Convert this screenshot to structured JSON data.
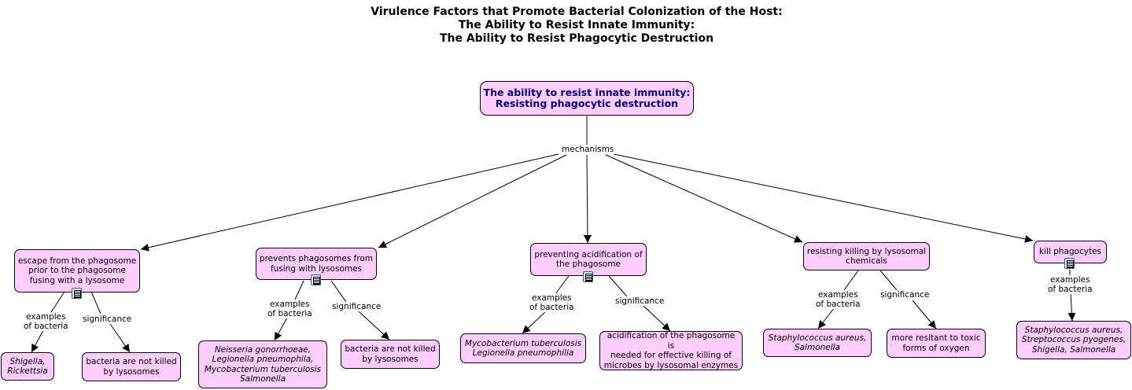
{
  "title_lines": [
    "Virulence Factors that Promote Bacterial Colonization of the Host:",
    "The Ability to Resist Innate Immunity:",
    "The Ability to Resist Phagocytic Destruction"
  ],
  "root": {
    "lines": [
      "The ability to resist innate immunity:",
      "Resisting phagocytic destruction"
    ]
  },
  "root_link_label": "mechanisms",
  "mechanisms": [
    {
      "lines": [
        "escape from the phagosome",
        "prior to the phagosome",
        "fusing with a lysosome"
      ],
      "has_resource_icon": true,
      "examples_label": [
        "examples",
        "of bacteria"
      ],
      "examples": [
        "Shigella,",
        "Rickettsia"
      ],
      "significance_label": "significance",
      "significance": [
        "bacteria are not killed",
        "by lysosomes"
      ]
    },
    {
      "lines": [
        "prevents phagosomes from",
        "fusing with lysosomes"
      ],
      "has_resource_icon": true,
      "examples_label": [
        "examples",
        "of bacteria"
      ],
      "examples": [
        "Neisseria gonorrhoeae,",
        "Legionella pneumophila,",
        "Mycobacterium tuberculosis",
        "Salmonella"
      ],
      "significance_label": "significance",
      "significance": [
        "bacteria are not killed",
        "by lysosomes"
      ]
    },
    {
      "lines": [
        "preventing acidification of",
        "the phagosome"
      ],
      "has_resource_icon": true,
      "examples_label": [
        "examples",
        "of bacteria"
      ],
      "examples": [
        "Mycobacterium tuberculosis",
        "Legionella pneumophilia"
      ],
      "significance_label": "significance",
      "significance": [
        "acidification of the phagosome is",
        "needed for effective killing of",
        "microbes by lysosomal enzymes"
      ]
    },
    {
      "lines": [
        "resisting killing by lysosomal",
        "chemicals"
      ],
      "has_resource_icon": false,
      "examples_label": [
        "examples",
        "of bacteria"
      ],
      "examples": [
        "Staphylococcus aureus,",
        "Salmonella"
      ],
      "significance_label": "significance",
      "significance": [
        "more resitant to toxic",
        "forms of oxygen"
      ]
    },
    {
      "lines": [
        "kill phagocytes"
      ],
      "has_resource_icon": true,
      "examples_label": [
        "examples",
        "of bacteria"
      ],
      "examples": [
        "Staphylococcus aureus,",
        "Streptococcus pyogenes,",
        "Shigella, Salmonella"
      ]
    }
  ],
  "colors": {
    "node_fill": "#fdcdfd",
    "root_text": "#000080",
    "edge": "#000000"
  }
}
